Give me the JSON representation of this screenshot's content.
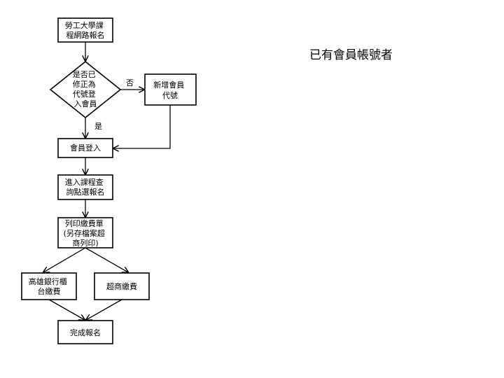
{
  "side_title": "已有會員帳號者",
  "nodes": {
    "start": [
      "勞工大學課",
      "程網路報名"
    ],
    "decision": [
      "是否已",
      "修正為",
      "代號登",
      "入會員"
    ],
    "add_member": [
      "新增會員",
      "代號"
    ],
    "login": [
      "會員登入"
    ],
    "query": [
      "進入課程查",
      "詢點選報名"
    ],
    "print": [
      "列印繳費單",
      "(另存檔案超",
      "商列印)"
    ],
    "bank": [
      "高雄銀行櫃",
      "台繳費"
    ],
    "store": [
      "超商繳費"
    ],
    "done": [
      "完成報名"
    ]
  },
  "edge_labels": {
    "no": "否",
    "yes": "是"
  }
}
